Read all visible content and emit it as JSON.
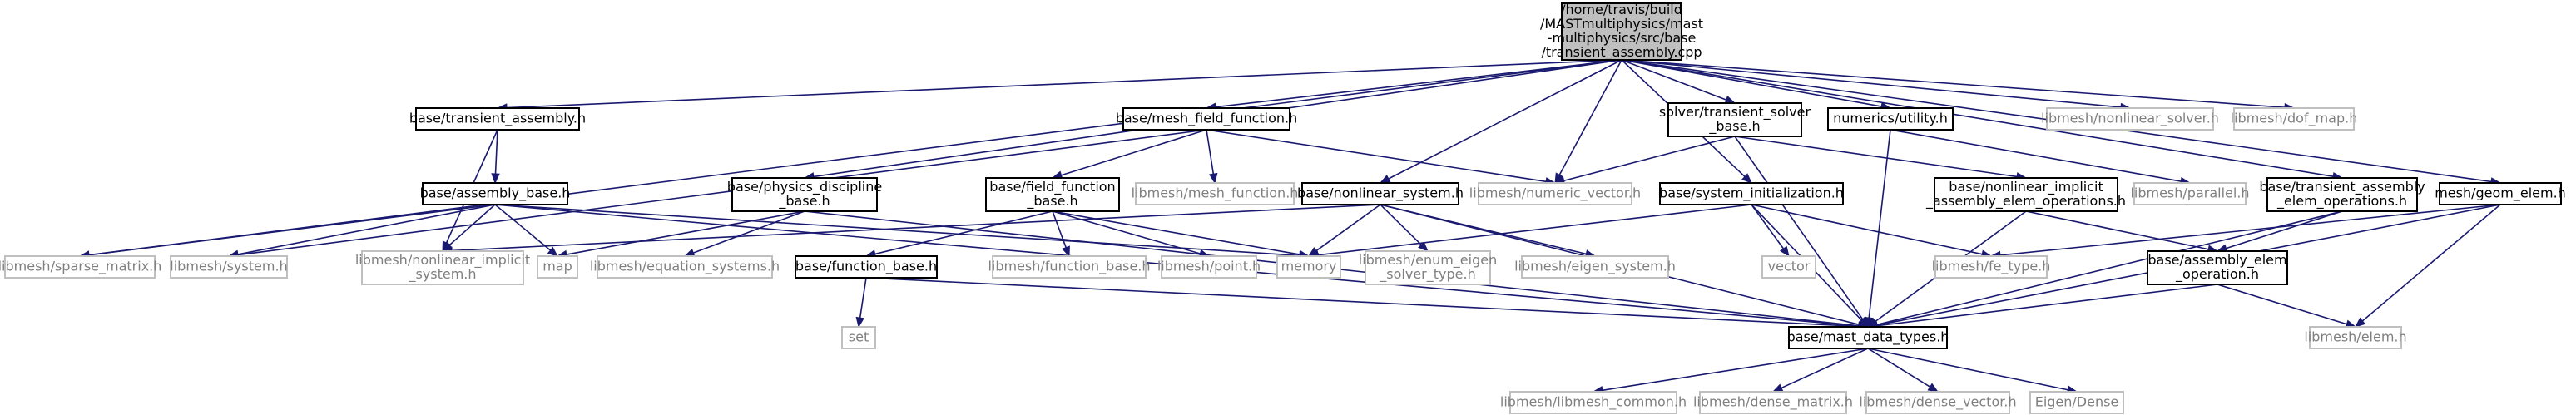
{
  "colors": {
    "edge": "#191970",
    "root_fill": "#bfbfbf",
    "node_border": "#000000",
    "external_border": "#bfbfbf",
    "external_text": "#7f7f7f"
  },
  "nodes": [
    {
      "id": "root",
      "kind": "root",
      "lines": [
        "/home/travis/build",
        "/MASTmultiphysics/mast",
        "-multiphysics/src/base",
        "/transient_assembly.cpp"
      ]
    },
    {
      "id": "transient_assembly_h",
      "kind": "primary",
      "lines": [
        "base/transient_assembly.h"
      ]
    },
    {
      "id": "mesh_field_function_h",
      "kind": "primary",
      "lines": [
        "base/mesh_field_function.h"
      ]
    },
    {
      "id": "transient_solver_base_h",
      "kind": "primary",
      "lines": [
        "solver/transient_solver",
        "_base.h"
      ]
    },
    {
      "id": "numerics_utility_h",
      "kind": "primary",
      "lines": [
        "numerics/utility.h"
      ]
    },
    {
      "id": "lm_nonlinear_solver_h",
      "kind": "external",
      "lines": [
        "libmesh/nonlinear_solver.h"
      ]
    },
    {
      "id": "lm_dof_map_h",
      "kind": "external",
      "lines": [
        "libmesh/dof_map.h"
      ]
    },
    {
      "id": "assembly_base_h",
      "kind": "primary",
      "lines": [
        "base/assembly_base.h"
      ]
    },
    {
      "id": "physics_discipline_base_h",
      "kind": "primary",
      "lines": [
        "base/physics_discipline",
        "_base.h"
      ]
    },
    {
      "id": "field_function_base_h",
      "kind": "primary",
      "lines": [
        "base/field_function",
        "_base.h"
      ]
    },
    {
      "id": "lm_mesh_function_h",
      "kind": "external",
      "lines": [
        "libmesh/mesh_function.h"
      ]
    },
    {
      "id": "nonlinear_system_h",
      "kind": "primary",
      "lines": [
        "base/nonlinear_system.h"
      ]
    },
    {
      "id": "lm_numeric_vector_h",
      "kind": "external",
      "lines": [
        "libmesh/numeric_vector.h"
      ]
    },
    {
      "id": "system_initialization_h",
      "kind": "primary",
      "lines": [
        "base/system_initialization.h"
      ]
    },
    {
      "id": "nonlinear_implicit_assembly_elem_operations_h",
      "kind": "primary",
      "lines": [
        "base/nonlinear_implicit",
        "_assembly_elem_operations.h"
      ]
    },
    {
      "id": "lm_parallel_h",
      "kind": "external",
      "lines": [
        "libmesh/parallel.h"
      ]
    },
    {
      "id": "transient_assembly_elem_operations_h",
      "kind": "primary",
      "lines": [
        "base/transient_assembly",
        "_elem_operations.h"
      ]
    },
    {
      "id": "geom_elem_h",
      "kind": "primary",
      "lines": [
        "mesh/geom_elem.h"
      ]
    },
    {
      "id": "lm_sparse_matrix_h",
      "kind": "external",
      "lines": [
        "libmesh/sparse_matrix.h"
      ]
    },
    {
      "id": "lm_system_h",
      "kind": "external",
      "lines": [
        "libmesh/system.h"
      ]
    },
    {
      "id": "lm_nonlinear_implicit_system_h",
      "kind": "external",
      "lines": [
        "libmesh/nonlinear_implicit",
        "_system.h"
      ]
    },
    {
      "id": "map",
      "kind": "external",
      "lines": [
        "map"
      ]
    },
    {
      "id": "lm_equation_systems_h",
      "kind": "external",
      "lines": [
        "libmesh/equation_systems.h"
      ]
    },
    {
      "id": "lm_function_base_h",
      "kind": "external",
      "lines": [
        "libmesh/function_base.h"
      ]
    },
    {
      "id": "lm_point_h",
      "kind": "external",
      "lines": [
        "libmesh/point.h"
      ]
    },
    {
      "id": "memory",
      "kind": "external",
      "lines": [
        "memory"
      ]
    },
    {
      "id": "lm_enum_eigen_solver_type_h",
      "kind": "external",
      "lines": [
        "libmesh/enum_eigen",
        "_solver_type.h"
      ]
    },
    {
      "id": "lm_eigen_system_h",
      "kind": "external",
      "lines": [
        "libmesh/eigen_system.h"
      ]
    },
    {
      "id": "vector",
      "kind": "external",
      "lines": [
        "vector"
      ]
    },
    {
      "id": "lm_fe_type_h",
      "kind": "external",
      "lines": [
        "libmesh/fe_type.h"
      ]
    },
    {
      "id": "assembly_elem_operation_h",
      "kind": "primary",
      "lines": [
        "base/assembly_elem",
        "_operation.h"
      ]
    },
    {
      "id": "function_base_h",
      "kind": "primary",
      "lines": [
        "base/function_base.h"
      ]
    },
    {
      "id": "mast_data_types_h",
      "kind": "primary",
      "lines": [
        "base/mast_data_types.h"
      ]
    },
    {
      "id": "lm_elem_h",
      "kind": "external",
      "lines": [
        "libmesh/elem.h"
      ]
    },
    {
      "id": "set",
      "kind": "external",
      "lines": [
        "set"
      ]
    },
    {
      "id": "lm_libmesh_common_h",
      "kind": "external",
      "lines": [
        "libmesh/libmesh_common.h"
      ]
    },
    {
      "id": "lm_dense_matrix_h",
      "kind": "external",
      "lines": [
        "libmesh/dense_matrix.h"
      ]
    },
    {
      "id": "lm_dense_vector_h",
      "kind": "external",
      "lines": [
        "libmesh/dense_vector.h"
      ]
    },
    {
      "id": "eigen_dense",
      "kind": "external",
      "lines": [
        "Eigen/Dense"
      ]
    }
  ],
  "edges": [
    [
      "root",
      "transient_assembly_h"
    ],
    [
      "root",
      "mesh_field_function_h"
    ],
    [
      "root",
      "transient_solver_base_h"
    ],
    [
      "root",
      "numerics_utility_h"
    ],
    [
      "root",
      "lm_nonlinear_solver_h"
    ],
    [
      "root",
      "lm_dof_map_h"
    ],
    [
      "root",
      "physics_discipline_base_h"
    ],
    [
      "root",
      "nonlinear_system_h"
    ],
    [
      "root",
      "lm_numeric_vector_h"
    ],
    [
      "root",
      "system_initialization_h"
    ],
    [
      "root",
      "transient_assembly_elem_operations_h"
    ],
    [
      "root",
      "geom_elem_h"
    ],
    [
      "root",
      "lm_sparse_matrix_h"
    ],
    [
      "transient_assembly_h",
      "assembly_base_h"
    ],
    [
      "transient_assembly_h",
      "lm_nonlinear_implicit_system_h"
    ],
    [
      "mesh_field_function_h",
      "field_function_base_h"
    ],
    [
      "mesh_field_function_h",
      "lm_mesh_function_h"
    ],
    [
      "mesh_field_function_h",
      "lm_numeric_vector_h"
    ],
    [
      "mesh_field_function_h",
      "lm_system_h"
    ],
    [
      "transient_solver_base_h",
      "lm_numeric_vector_h"
    ],
    [
      "transient_solver_base_h",
      "nonlinear_implicit_assembly_elem_operations_h"
    ],
    [
      "transient_solver_base_h",
      "mast_data_types_h"
    ],
    [
      "numerics_utility_h",
      "lm_parallel_h"
    ],
    [
      "numerics_utility_h",
      "mast_data_types_h"
    ],
    [
      "assembly_base_h",
      "lm_sparse_matrix_h"
    ],
    [
      "assembly_base_h",
      "lm_system_h"
    ],
    [
      "assembly_base_h",
      "lm_nonlinear_implicit_system_h"
    ],
    [
      "assembly_base_h",
      "map"
    ],
    [
      "assembly_base_h",
      "memory"
    ],
    [
      "assembly_base_h",
      "mast_data_types_h"
    ],
    [
      "physics_discipline_base_h",
      "map"
    ],
    [
      "physics_discipline_base_h",
      "lm_equation_systems_h"
    ],
    [
      "physics_discipline_base_h",
      "mast_data_types_h"
    ],
    [
      "field_function_base_h",
      "lm_function_base_h"
    ],
    [
      "field_function_base_h",
      "lm_point_h"
    ],
    [
      "field_function_base_h",
      "memory"
    ],
    [
      "field_function_base_h",
      "function_base_h"
    ],
    [
      "nonlinear_system_h",
      "lm_nonlinear_implicit_system_h"
    ],
    [
      "nonlinear_system_h",
      "memory"
    ],
    [
      "nonlinear_system_h",
      "lm_enum_eigen_solver_type_h"
    ],
    [
      "nonlinear_system_h",
      "lm_eigen_system_h"
    ],
    [
      "nonlinear_system_h",
      "mast_data_types_h"
    ],
    [
      "system_initialization_h",
      "memory"
    ],
    [
      "system_initialization_h",
      "vector"
    ],
    [
      "system_initialization_h",
      "lm_fe_type_h"
    ],
    [
      "system_initialization_h",
      "mast_data_types_h"
    ],
    [
      "nonlinear_implicit_assembly_elem_operations_h",
      "assembly_elem_operation_h"
    ],
    [
      "nonlinear_implicit_assembly_elem_operations_h",
      "mast_data_types_h"
    ],
    [
      "transient_assembly_elem_operations_h",
      "assembly_elem_operation_h"
    ],
    [
      "transient_assembly_elem_operations_h",
      "mast_data_types_h"
    ],
    [
      "geom_elem_h",
      "lm_fe_type_h"
    ],
    [
      "geom_elem_h",
      "mast_data_types_h"
    ],
    [
      "geom_elem_h",
      "lm_elem_h"
    ],
    [
      "assembly_elem_operation_h",
      "mast_data_types_h"
    ],
    [
      "assembly_elem_operation_h",
      "lm_elem_h"
    ],
    [
      "function_base_h",
      "set"
    ],
    [
      "function_base_h",
      "mast_data_types_h"
    ],
    [
      "mast_data_types_h",
      "lm_libmesh_common_h"
    ],
    [
      "mast_data_types_h",
      "lm_dense_matrix_h"
    ],
    [
      "mast_data_types_h",
      "lm_dense_vector_h"
    ],
    [
      "mast_data_types_h",
      "eigen_dense"
    ]
  ]
}
